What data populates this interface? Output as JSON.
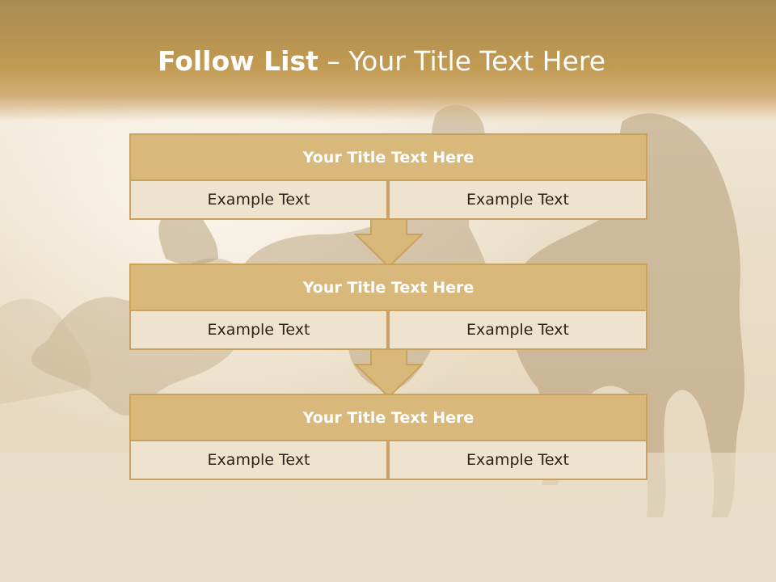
{
  "slide": {
    "title_bold": "Follow List",
    "title_rest": " – Your Title Text Here"
  },
  "blocks": [
    {
      "title": "Your Title Text Here",
      "left": "Example Text",
      "right": "Example Text"
    },
    {
      "title": "Your Title Text Here",
      "left": "Example Text",
      "right": "Example Text"
    },
    {
      "title": "Your Title Text Here",
      "left": "Example Text",
      "right": "Example Text"
    }
  ],
  "colors": {
    "title_fill": "#d9b97b",
    "cell_fill": "#efe2cf",
    "border": "#c9a35c",
    "header_band": "#c29a52"
  }
}
